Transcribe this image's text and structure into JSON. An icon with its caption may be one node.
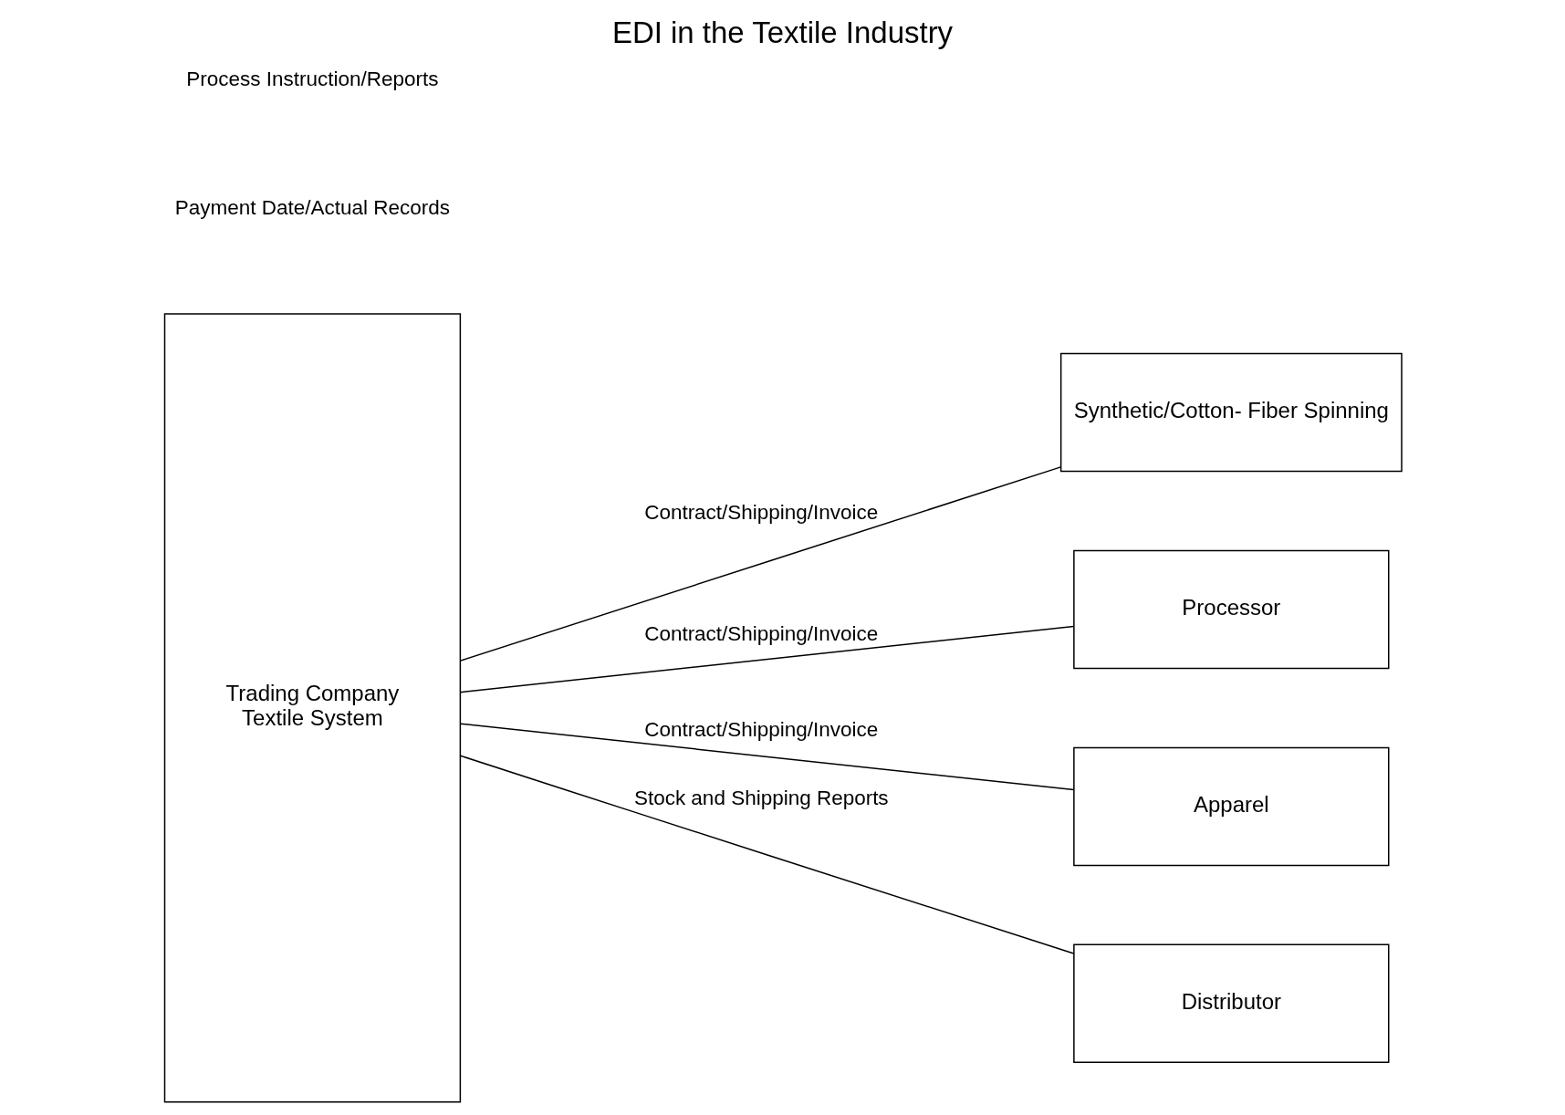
{
  "diagram": {
    "title": "EDI in the Textile Industry",
    "nodes": [
      {
        "text": [
          "Trading Company",
          "Textile System"
        ]
      },
      {
        "text": [
          "Synthetic/Cotton- Fiber Spinning"
        ]
      },
      {
        "text": [
          "Processor"
        ]
      },
      {
        "text": [
          "Apparel"
        ]
      },
      {
        "text": [
          "Distributor"
        ]
      }
    ],
    "edges": [
      {
        "from": 0,
        "to": 1,
        "arrow": "none",
        "label": "Contract/Shipping/Invoice"
      },
      {
        "from": 0,
        "to": 2,
        "arrow": "none",
        "label": "Contract/Shipping/Invoice"
      },
      {
        "from": 0,
        "to": 3,
        "arrow": "none",
        "label": "Contract/Shipping/Invoice"
      },
      {
        "from": 0,
        "to": 4,
        "arrow": "none",
        "label": "Stock and Shipping Reports"
      }
    ],
    "labels": [
      "Payment Date/Actual Records",
      "Process Instruction/Reports"
    ]
  }
}
